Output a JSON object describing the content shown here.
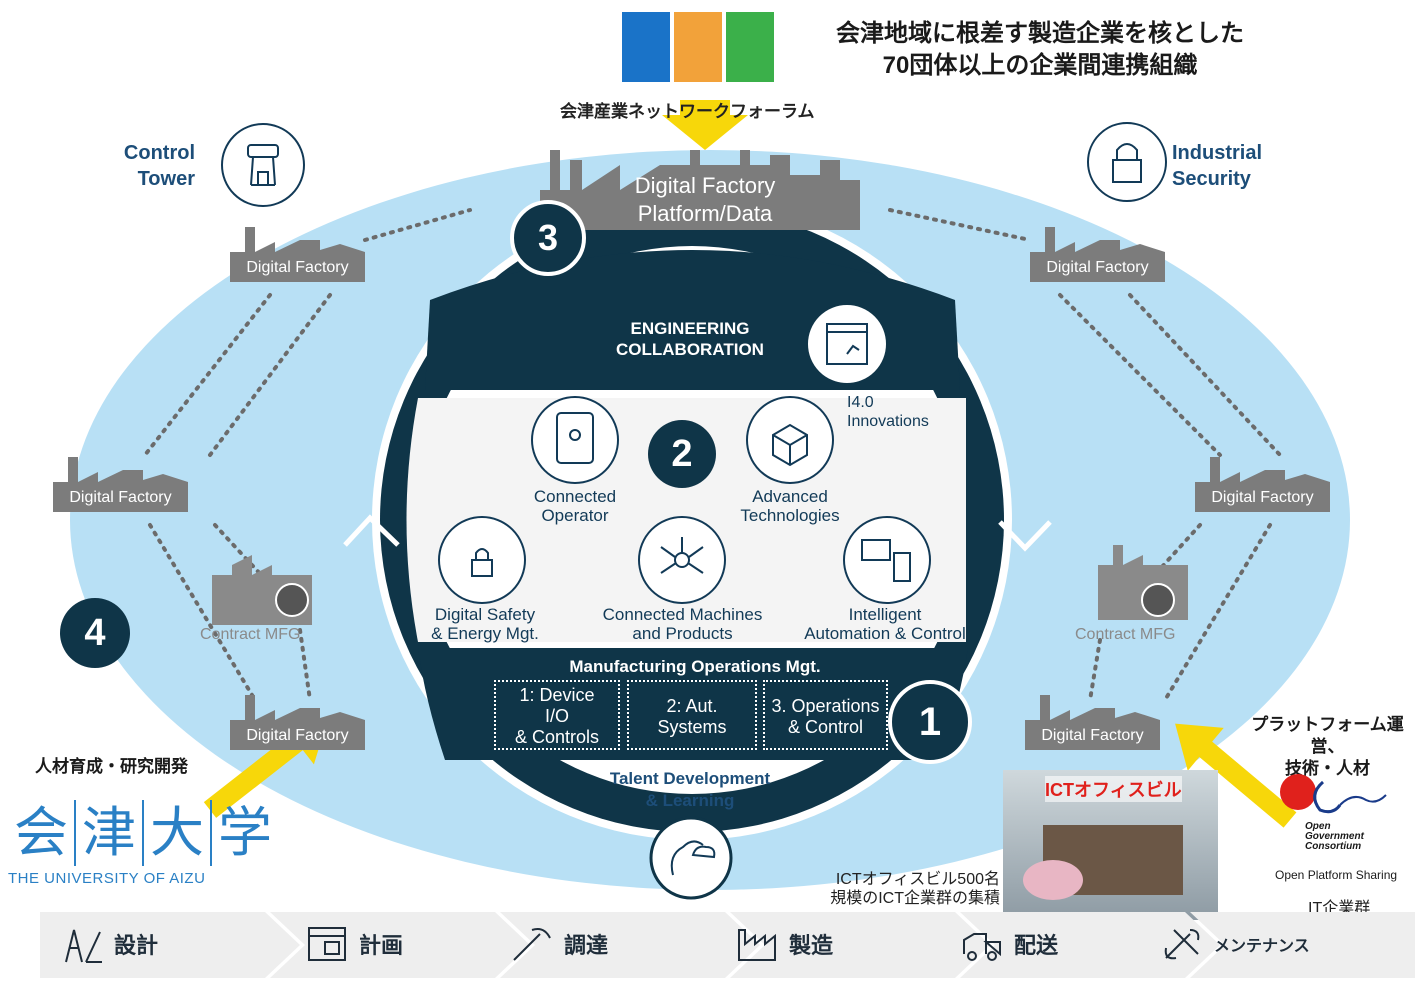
{
  "header": {
    "title_line1": "会津地域に根差す製造企業を核とした",
    "title_line2": "70団体以上の企業間連携組織",
    "anf_name": "会津産業ネットワークフォーラム"
  },
  "center_factory": {
    "line1": "Digital Factory",
    "line2": "Platform/Data"
  },
  "corners": {
    "control_tower": [
      "Control",
      "Tower"
    ],
    "industrial_security": [
      "Industrial",
      "Security"
    ]
  },
  "factories": {
    "digital_factory": "Digital Factory",
    "contract_mfg": "Contract MFG"
  },
  "numbers": {
    "one": "1",
    "two": "2",
    "three": "3",
    "four": "4"
  },
  "ring": {
    "engineering": [
      "ENGINEERING",
      "COLLABORATION"
    ],
    "i40": [
      "I4.0",
      "Innovations"
    ],
    "connected_operator": [
      "Connected",
      "Operator"
    ],
    "advanced_technologies": [
      "Advanced",
      "Technologies"
    ],
    "digital_safety": [
      "Digital Safety",
      "& Energy Mgt."
    ],
    "connected_machines": [
      "Connected Machines",
      "and Products"
    ],
    "intelligent_automation": [
      "Intelligent",
      "Automation & Control"
    ],
    "mom_title": "Manufacturing Operations Mgt.",
    "mom_boxes": [
      [
        "1: Device",
        "I/O",
        "& Controls"
      ],
      [
        "2: Aut.",
        "Systems"
      ],
      [
        "3. Operations",
        "& Control"
      ]
    ],
    "talent": [
      "Talent Development",
      "& Learning"
    ]
  },
  "left": {
    "hr_label": "人材育成・研究開発",
    "university_kanji": [
      "会",
      "津",
      "大",
      "学"
    ],
    "university_en": "THE UNIVERSITY OF AIZU"
  },
  "right": {
    "platform_label": [
      "プラットフォーム運営、",
      "技術・人材"
    ],
    "ict_building": "ICTオフィスビル",
    "ict_caption": [
      "ICTオフィスビル500名",
      "規模のICT企業群の集積"
    ],
    "ogc": [
      "Open",
      "Government",
      "Consortium"
    ],
    "ops_sharing": "Open Platform Sharing",
    "it_group": "IT企業群"
  },
  "process_steps": [
    {
      "label": "設計",
      "icon": "design-icon"
    },
    {
      "label": "計画",
      "icon": "plan-icon"
    },
    {
      "label": "調達",
      "icon": "procurement-icon"
    },
    {
      "label": "製造",
      "icon": "manufacturing-icon"
    },
    {
      "label": "配送",
      "icon": "delivery-icon"
    },
    {
      "label": "メンテナンス",
      "icon": "maintenance-icon"
    }
  ],
  "colors": {
    "ellipse": "#b8e0f5",
    "ring": "#0f3548",
    "factory_grey": "#7c7c7c",
    "arrow_yellow": "#f7d70a",
    "title_blue": "#1d4e79"
  }
}
